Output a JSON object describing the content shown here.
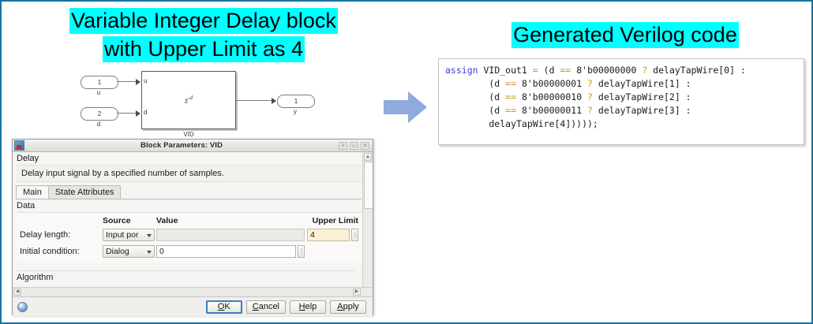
{
  "page": {
    "border_color": "#1672A0",
    "background": "#ffffff"
  },
  "headings": {
    "left_line1": "Variable Integer Delay block",
    "left_line2": "with Upper Limit as 4",
    "right": "Generated Verilog code",
    "highlight_color": "#00FFFF"
  },
  "diagram": {
    "inport1_number": "1",
    "inport1_caption": "u",
    "inport2_number": "2",
    "inport2_caption": "d",
    "outport_number": "1",
    "outport_caption": "y",
    "block_port_u": "u",
    "block_port_d": "d",
    "block_symbol_base": "z",
    "block_symbol_exp": "-d",
    "block_label": "VID"
  },
  "arrow": {
    "name": "transition-arrow",
    "color": "#8FAADC"
  },
  "code": {
    "language": "verilog",
    "keyword_color": "#4040D0",
    "operator_color": "#C79A16",
    "lines": [
      {
        "segments": [
          {
            "t": "assign",
            "c": "kw"
          },
          {
            "t": " VID_out1 ",
            "c": ""
          },
          {
            "t": "=",
            "c": "op"
          },
          {
            "t": " (d ",
            "c": ""
          },
          {
            "t": "==",
            "c": "op"
          },
          {
            "t": " 8'b00000000 ",
            "c": ""
          },
          {
            "t": "?",
            "c": "op"
          },
          {
            "t": " delayTapWire[0] :",
            "c": ""
          }
        ]
      },
      {
        "segments": [
          {
            "t": "        (d ",
            "c": ""
          },
          {
            "t": "==",
            "c": "op"
          },
          {
            "t": " 8'b00000001 ",
            "c": ""
          },
          {
            "t": "?",
            "c": "op"
          },
          {
            "t": " delayTapWire[1] :",
            "c": ""
          }
        ]
      },
      {
        "segments": [
          {
            "t": "        (d ",
            "c": ""
          },
          {
            "t": "==",
            "c": "op"
          },
          {
            "t": " 8'b00000010 ",
            "c": ""
          },
          {
            "t": "?",
            "c": "op"
          },
          {
            "t": " delayTapWire[2] :",
            "c": ""
          }
        ]
      },
      {
        "segments": [
          {
            "t": "        (d ",
            "c": ""
          },
          {
            "t": "==",
            "c": "op"
          },
          {
            "t": " 8'b00000011 ",
            "c": ""
          },
          {
            "t": "?",
            "c": "op"
          },
          {
            "t": " delayTapWire[3] :",
            "c": ""
          }
        ]
      },
      {
        "segments": [
          {
            "t": "        delayTapWire[4]))));",
            "c": ""
          }
        ]
      }
    ]
  },
  "dialog": {
    "title": "Block Parameters: VID",
    "window_buttons": [
      "＋",
      "▭",
      "✕"
    ],
    "section_title": "Delay",
    "description": "Delay input signal by a specified number of samples.",
    "tabs": [
      {
        "label": "Main",
        "active": true
      },
      {
        "label": "State Attributes",
        "active": false
      }
    ],
    "data_group": "Data",
    "columns": {
      "source": "Source",
      "value": "Value",
      "upper_limit": "Upper Limit"
    },
    "rows": [
      {
        "label": "Delay length:",
        "source": "Input por",
        "value": "",
        "value_enabled": false,
        "upper_limit": "4"
      },
      {
        "label": "Initial condition:",
        "source": "Dialog",
        "value": "0",
        "value_enabled": true,
        "upper_limit": null
      }
    ],
    "algorithm_label": "Algorithm",
    "buttons": [
      {
        "label": "OK",
        "accel": "O",
        "focused": true
      },
      {
        "label": "Cancel",
        "accel": "C",
        "focused": false
      },
      {
        "label": "Help",
        "accel": "H",
        "focused": false
      },
      {
        "label": "Apply",
        "accel": "A",
        "focused": false
      }
    ]
  }
}
